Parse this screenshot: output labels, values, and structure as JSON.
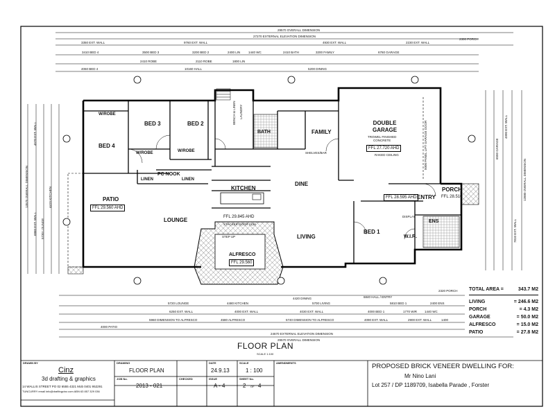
{
  "title": "FLOOR PLAN",
  "scale_note": "SCALE 1:100",
  "rooms": [
    {
      "id": "bed3",
      "name": "BED 3"
    },
    {
      "id": "bed2",
      "name": "BED 2"
    },
    {
      "id": "bed4",
      "name": "BED 4"
    },
    {
      "id": "wrobe1",
      "name": "W/ROBE"
    },
    {
      "id": "wrobe2",
      "name": "W/ROBE"
    },
    {
      "id": "wrobe3",
      "name": "W/ROBE"
    },
    {
      "id": "linen1",
      "name": "LINEN"
    },
    {
      "id": "pcnook",
      "name": "PC NOOK"
    },
    {
      "id": "linen2",
      "name": "LINEN"
    },
    {
      "id": "bath",
      "name": "BATH"
    },
    {
      "id": "family",
      "name": "FAMILY"
    },
    {
      "id": "kitchen",
      "name": "KITCHEN"
    },
    {
      "id": "dine",
      "name": "DINE"
    },
    {
      "id": "garage",
      "name": "DOUBLE\nGARAGE"
    },
    {
      "id": "patio",
      "name": "PATIO"
    },
    {
      "id": "lounge",
      "name": "LOUNGE"
    },
    {
      "id": "living",
      "name": "LIVING"
    },
    {
      "id": "bed1",
      "name": "BED 1"
    },
    {
      "id": "porch",
      "name": "PORCH"
    },
    {
      "id": "entry",
      "name": "ENTRY"
    },
    {
      "id": "ens",
      "name": "ENS"
    },
    {
      "id": "wir",
      "name": "W.I.R."
    },
    {
      "id": "alfresco",
      "name": "ALFRESCO"
    }
  ],
  "levels": [
    {
      "id": "ffl_garage",
      "text": "FFL 27.720 AHD"
    },
    {
      "id": "ffl_patio",
      "text": "FFL 29.560 AHD"
    },
    {
      "id": "ffl_living",
      "text": "FFL 29.845 AHD"
    },
    {
      "id": "ffl_entry",
      "text": "FFL 28.595 AHD"
    },
    {
      "id": "ffl_porch",
      "text": "FFL 28.510"
    },
    {
      "id": "ffl_alfresco",
      "text": "FFL 29.560"
    }
  ],
  "notes": [
    {
      "id": "shelves",
      "text": "SHELVES/BAR"
    },
    {
      "id": "slider",
      "text": "STACKER DOOR 2126"
    },
    {
      "id": "display",
      "text": "DISPLAY"
    },
    {
      "id": "bench",
      "text": "BENCH & LINEN"
    },
    {
      "id": "laundry",
      "text": "LAUNDRY"
    },
    {
      "id": "trowel",
      "text": "TROWEL FINISHED\nCONCRETE"
    },
    {
      "id": "raked",
      "text": "RAKED CEILING"
    },
    {
      "id": "roller",
      "text": "5000 PANEL LIFT GARAGE DOOR"
    },
    {
      "id": "step",
      "text": "STEP UP"
    }
  ],
  "dims_top": [
    {
      "id": "t1",
      "text": "29570  OVERALL DIMENSION"
    },
    {
      "id": "t2",
      "text": "27270  EXTERNAL ELEVATION DIMENSION"
    },
    {
      "id": "t3a",
      "text": "3350 EXT. WALL"
    },
    {
      "id": "t3b",
      "text": "9760 EXT. WALL"
    },
    {
      "id": "t3c",
      "text": "4930 EXT. WALL"
    },
    {
      "id": "t3d",
      "text": "2230 EXT. WALL"
    },
    {
      "id": "t3e",
      "text": "2300 PORCH"
    },
    {
      "id": "t4a",
      "text": "3410 BED 4"
    },
    {
      "id": "t4b",
      "text": "3500 BED 3"
    },
    {
      "id": "t4c",
      "text": "3200 BED 2"
    },
    {
      "id": "t4d",
      "text": "2400 LIN"
    },
    {
      "id": "t4e",
      "text": "1440 WC"
    },
    {
      "id": "t4f",
      "text": "2410 BATH"
    },
    {
      "id": "t4g",
      "text": "3200 FAMILY"
    },
    {
      "id": "t4h",
      "text": "6760 GARAGE"
    },
    {
      "id": "t5a",
      "text": "2410 ROBE"
    },
    {
      "id": "t5b",
      "text": "2110 ROBE"
    },
    {
      "id": "t5c",
      "text": "1800 LIN"
    },
    {
      "id": "t6a",
      "text": "4060 BED 4"
    },
    {
      "id": "t6b",
      "text": "10160 HALL"
    },
    {
      "id": "t6c",
      "text": "5200 DINING"
    }
  ],
  "dims_bottom": [
    {
      "id": "b1",
      "text": "29570  OVERALL DIMENSION"
    },
    {
      "id": "b2",
      "text": "24670  EXTERNAL ELEVATION DIMENSION"
    },
    {
      "id": "b3a",
      "text": "4000 PATIO"
    },
    {
      "id": "b3b",
      "text": "5960 DIMENSION TO ALFRESCO"
    },
    {
      "id": "b3c",
      "text": "4580 ALFRESCO"
    },
    {
      "id": "b3d",
      "text": "5740 DIMENSION TO ALFRESCO"
    },
    {
      "id": "b3e",
      "text": "4090 EXT. WALL"
    },
    {
      "id": "b3f",
      "text": "2900 EXT. WALL"
    },
    {
      "id": "b3g",
      "text": "1400"
    },
    {
      "id": "b4a",
      "text": "6250 EXT. WALL"
    },
    {
      "id": "b4b",
      "text": "4000 EXT. WALL"
    },
    {
      "id": "b4c",
      "text": "4030 EXT. WALL"
    },
    {
      "id": "b4d",
      "text": "4000 BED 1"
    },
    {
      "id": "b4e",
      "text": "1770 WIR"
    },
    {
      "id": "b4f",
      "text": "1440 WC"
    },
    {
      "id": "b5a",
      "text": "5720 LOUNGE"
    },
    {
      "id": "b5b",
      "text": "4480 KITCHEN"
    },
    {
      "id": "b5c",
      "text": "5700 LIVING"
    },
    {
      "id": "b5d",
      "text": "5810 BED 1"
    },
    {
      "id": "b5e",
      "text": "2400 ENS"
    },
    {
      "id": "b6a",
      "text": "4420 DINING"
    },
    {
      "id": "b6b",
      "text": "6840 HALL / ENTRY"
    },
    {
      "id": "b6c",
      "text": "2320 PORCH"
    }
  ],
  "dims_left": [
    {
      "id": "l1",
      "text": "13575 OVERALL DIMENSION"
    },
    {
      "id": "l2",
      "text": "4570 EXT. WALL"
    },
    {
      "id": "l3",
      "text": "6860 EXT. WALL"
    },
    {
      "id": "l4",
      "text": "5730 LOUNGE"
    },
    {
      "id": "l5",
      "text": "4415 KITCHEN"
    }
  ],
  "dims_right": [
    {
      "id": "r1",
      "text": "12880 OVERALL DIMENSION"
    },
    {
      "id": "r2",
      "text": "7810 EXT. WALL"
    },
    {
      "id": "r3",
      "text": "4990 EXT. WALL"
    },
    {
      "id": "r4",
      "text": "6550 GARAGE"
    }
  ],
  "areas": {
    "total": {
      "label": "TOTAL AREA =",
      "value": "343.7 M2"
    },
    "rows": [
      {
        "label": "LIVING",
        "value": "= 246.6 M2"
      },
      {
        "label": "PORCH",
        "value": "= 4.3 M2"
      },
      {
        "label": "GARAGE",
        "value": "= 50.0 M2"
      },
      {
        "label": "ALFRESCO",
        "value": "= 15.0 M2"
      },
      {
        "label": "PATIO",
        "value": "= 27.8 M2"
      }
    ]
  },
  "title_block": {
    "drawn_by_label": "DRAWN BY",
    "company_name": "Cinz",
    "company_tagline": "3d drafting & graphics",
    "company_address": "14 WALLIS STREET  PO 02 6555 4321  Mob 0401 952291",
    "company_town": "TUNCURRY  email info@draftingcinz.com  ABN 63 857 329 036",
    "drawing_label": "DRAWING",
    "drawing_value": "FLOOR PLAN",
    "date_label": "DATE",
    "date_value": "24.9.13",
    "scale_label": "SCALE",
    "scale_value": "1 : 100",
    "amendments_label": "AMENDMENTS",
    "job_label": "JOB No.",
    "job_value": "2013 - 021",
    "checked_label": "CHECKED",
    "issue_label": "ISSUE",
    "issue_value": "A - 4",
    "sheet_label": "SHEET No.",
    "sheet_value": "2",
    "sheet_of": "OF",
    "sheet_total": "4",
    "project_heading": "PROPOSED BRICK VENEER DWELLING FOR:",
    "client": "Mr Nino Lani",
    "lot": "Lot 257  /  DP 1189709,  Isabella Parade ,  Forster"
  },
  "colors": {
    "ink": "#111111",
    "paper": "#ffffff",
    "hatch": "#444444"
  }
}
